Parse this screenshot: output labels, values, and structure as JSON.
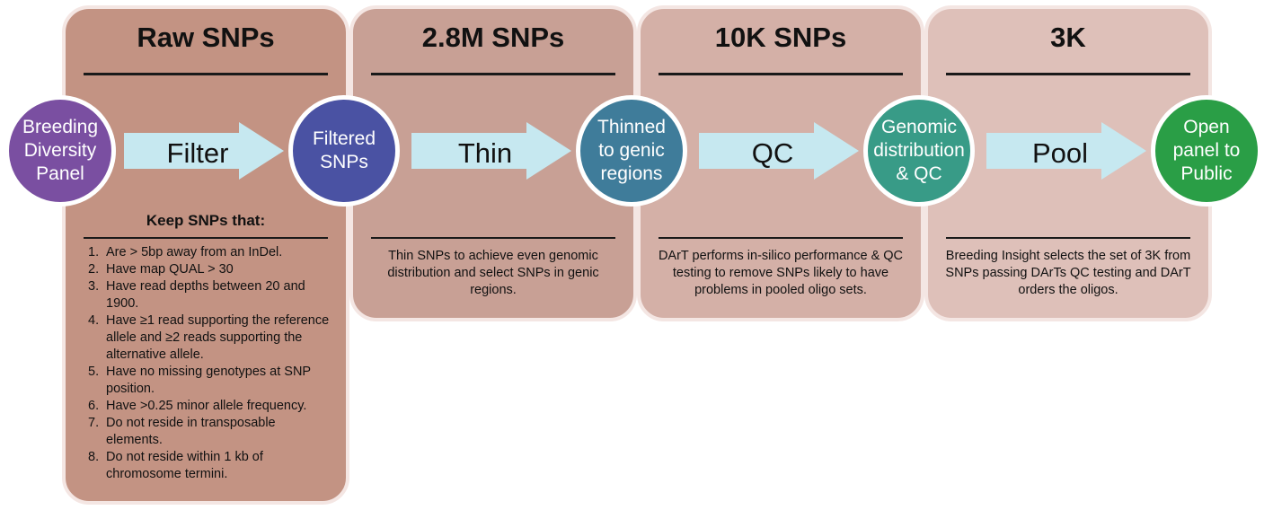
{
  "colors": {
    "panel1": "#c39383",
    "panel2": "#c8a095",
    "panel3": "#d4b0a7",
    "panel4": "#dec0b9",
    "arrow": "#c6e8f0",
    "node1": "#7a4fa1",
    "node2": "#4a52a3",
    "node3": "#3f7c9a",
    "node4": "#389b87",
    "node5": "#2a9e46"
  },
  "panels": [
    {
      "title": "Raw SNPs",
      "description": ""
    },
    {
      "title": "2.8M SNPs",
      "description": "Thin SNPs to achieve even genomic distribution and select SNPs in genic regions."
    },
    {
      "title": "10K SNPs",
      "description": "DArT performs in-silico performance & QC testing to remove SNPs likely to have problems in pooled oligo sets."
    },
    {
      "title": "3K",
      "description": "Breeding Insight selects the set of 3K from SNPs passing DArTs QC testing and DArT orders the oligos."
    }
  ],
  "nodes": [
    {
      "label": "Breeding\nDiversity\nPanel"
    },
    {
      "label": "Filtered\nSNPs"
    },
    {
      "label": "Thinned\nto genic\nregions"
    },
    {
      "label": "Genomic\ndistribution\n& QC"
    },
    {
      "label": "Open\npanel to\nPublic"
    }
  ],
  "arrows": [
    {
      "label": "Filter"
    },
    {
      "label": "Thin"
    },
    {
      "label": "QC"
    },
    {
      "label": "Pool"
    }
  ],
  "filter_criteria": {
    "title": "Keep SNPs that:",
    "items": [
      {
        "num": "1.",
        "text": "Are > 5bp away from an InDel."
      },
      {
        "num": "2.",
        "text": "Have map QUAL > 30"
      },
      {
        "num": "3.",
        "text": "Have read depths between 20 and 1900."
      },
      {
        "num": "4.",
        "text": "Have ≥1 read supporting the reference allele and ≥2 reads supporting the alternative allele."
      },
      {
        "num": "5.",
        "text": "Have no missing genotypes at SNP position."
      },
      {
        "num": "6.",
        "text": "Have >0.25 minor allele frequency."
      },
      {
        "num": "7.",
        "text": "Do not reside in transposable elements."
      },
      {
        "num": "8.",
        "text": "Do not reside within 1 kb of chromosome termini."
      }
    ]
  }
}
